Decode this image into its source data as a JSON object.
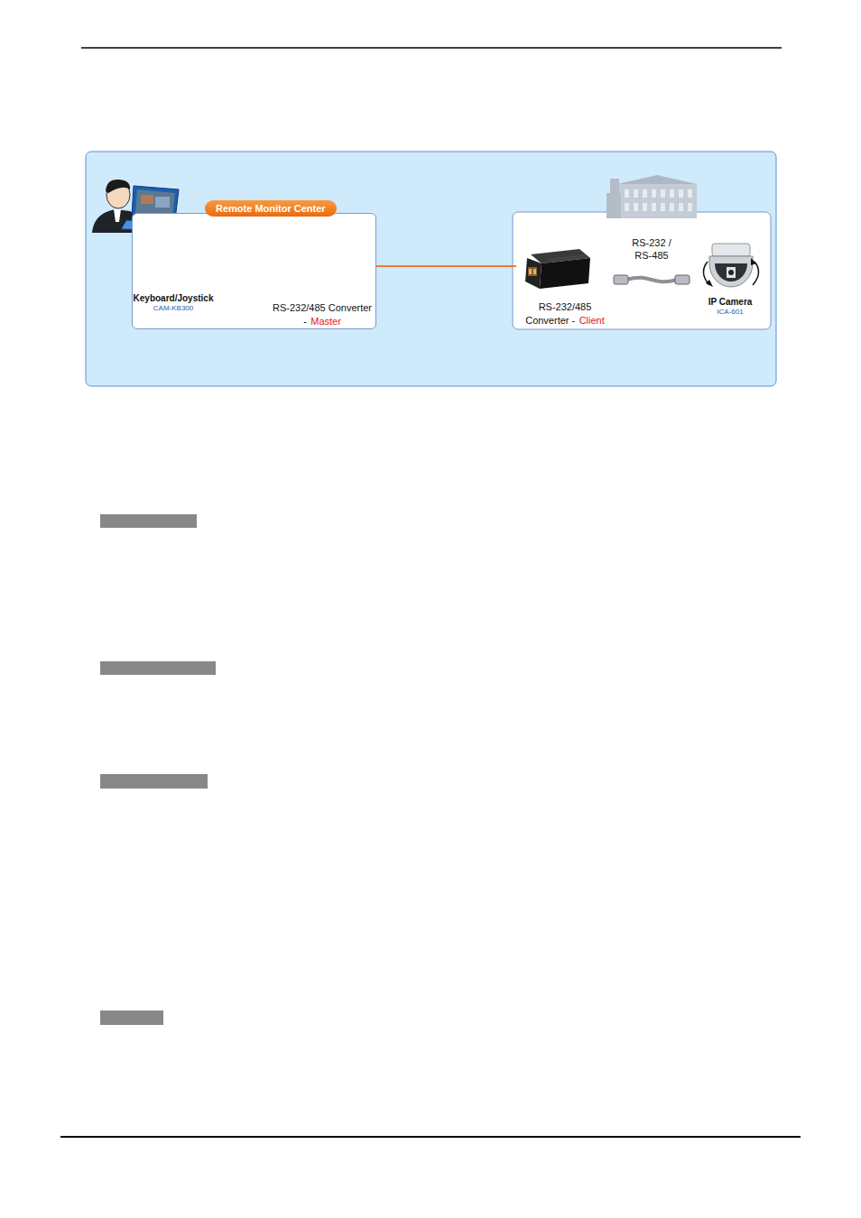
{
  "diagram": {
    "nodes": [
      {
        "text": [
          "Remote Monitor Center"
        ]
      },
      {
        "text": [
          "Keyboard/Joystick",
          "CAM-KB300"
        ],
        "in": 0
      },
      {
        "text": [
          "RS-232/485 Converter -",
          "Master"
        ],
        "in": 0
      },
      {
        "text": [
          "RS-232/485 Converter -",
          "Client"
        ]
      },
      {
        "text": [
          "IP Camera",
          "ICA-601"
        ]
      }
    ],
    "edges": [
      {
        "from": 1,
        "to": 2,
        "arrow": "none"
      },
      {
        "from": 2,
        "to": 3,
        "arrow": "none"
      },
      {
        "from": 3,
        "to": 4,
        "label": "RS-232 / RS-485",
        "arrow": "none"
      }
    ]
  }
}
